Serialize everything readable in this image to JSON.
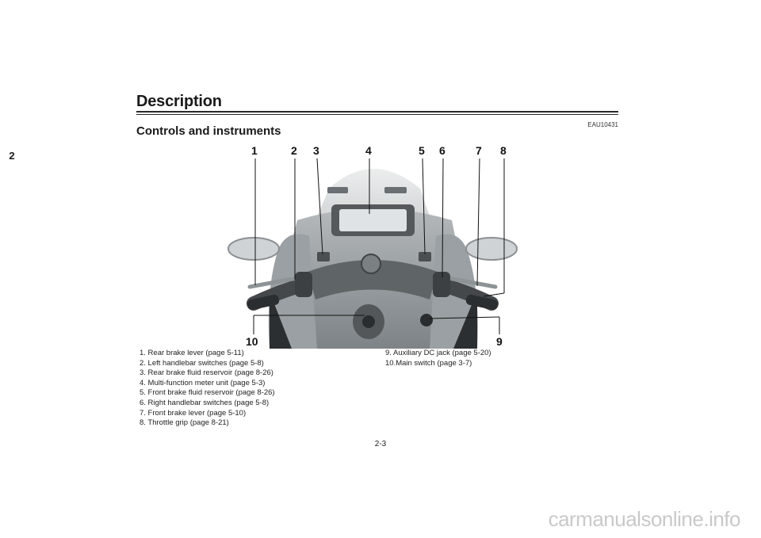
{
  "chapter": "2",
  "section_title": "Description",
  "code": "EAU10431",
  "subtitle": "Controls and instruments",
  "callouts": [
    "1",
    "2",
    "3",
    "4",
    "5",
    "6",
    "7",
    "8",
    "9",
    "10"
  ],
  "legend_left": [
    "1. Rear brake lever (page 5-11)",
    "2. Left handlebar switches (page 5-8)",
    "3. Rear brake fluid reservoir (page 8-26)",
    "4. Multi-function meter unit (page 5-3)",
    "5. Front brake fluid reservoir (page 8-26)",
    "6. Right handlebar switches (page 5-8)",
    "7. Front brake lever (page 5-10)",
    "8. Throttle grip (page 8-21)"
  ],
  "legend_right": [
    "9. Auxiliary DC jack (page 5-20)",
    "10.Main switch (page 3-7)"
  ],
  "page_number": "2-3",
  "watermark": "carmanualsonline.info"
}
